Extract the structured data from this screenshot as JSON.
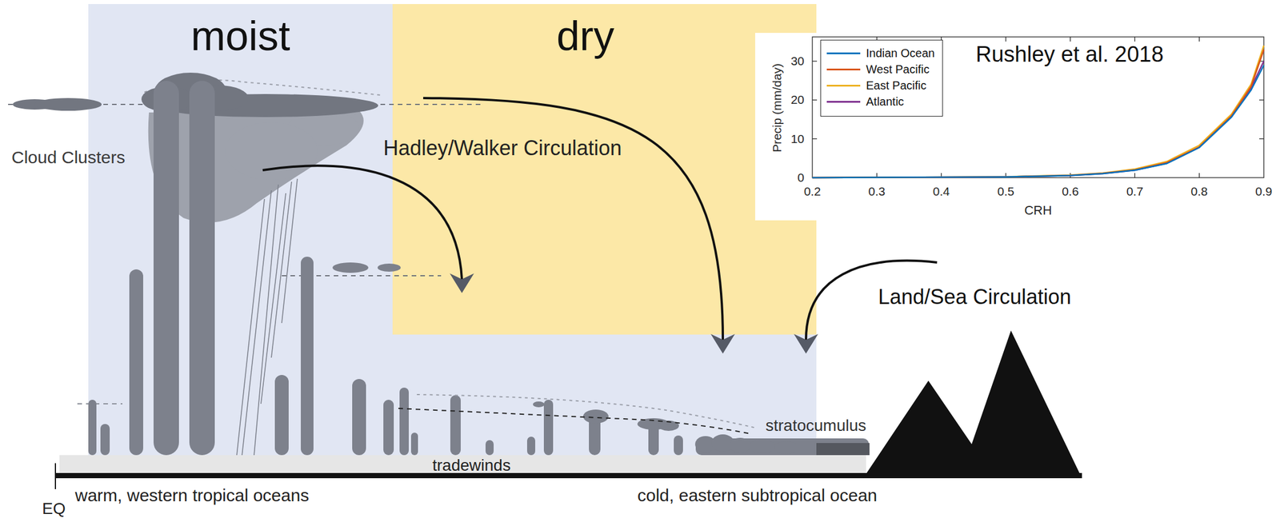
{
  "diagram": {
    "nodes": [
      {
        "text": [
          "moist"
        ]
      },
      {
        "text": [
          "dry"
        ]
      }
    ],
    "labels": [
      "Cloud Clusters",
      "Hadley/Walker Circulation",
      "Land/Sea Circulation",
      "stratocumulus",
      "tradewinds",
      "EQ",
      "warm, western tropical oceans",
      "cold, eastern subtropical ocean",
      "Rushley et al. 2018",
      "Precip (mm/day)",
      "CRH",
      "0",
      "10",
      "20",
      "30",
      "0.2",
      "0.3",
      "0.4",
      "0.5",
      "0.6",
      "0.7",
      "0.8",
      "0.9"
    ],
    "legend": [
      {
        "text": "Indian Ocean",
        "color": "#0072bd"
      },
      {
        "text": "West Pacific",
        "color": "#d95319"
      },
      {
        "text": "East Pacific",
        "color": "#edb120"
      },
      {
        "text": "Atlantic",
        "color": "#7e2f8e"
      }
    ]
  }
}
